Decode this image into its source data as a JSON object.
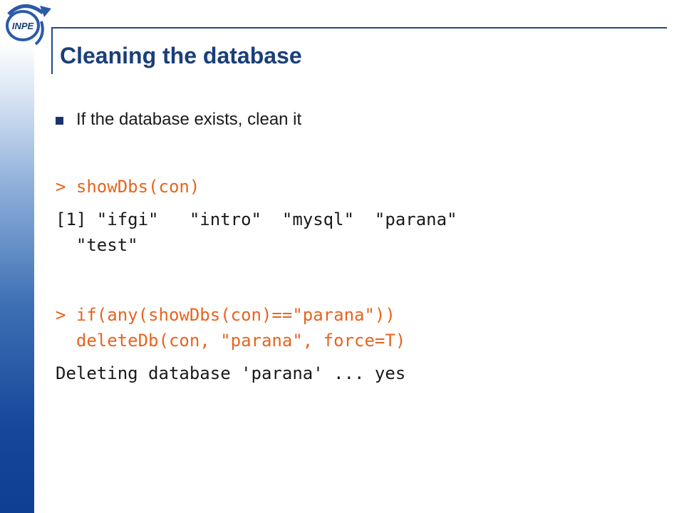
{
  "logo": {
    "text": "INPE"
  },
  "title": "Cleaning the database",
  "bullet": "If the database exists, clean it",
  "code": {
    "cmd1": "> showDbs(con)",
    "out1_line1": "[1] \"ifgi\"   \"intro\"  \"mysql\"  \"parana\"",
    "out1_line2": "  \"test\"",
    "cmd2_line1": "> if(any(showDbs(con)==\"parana\"))",
    "cmd2_line2": "  deleteDb(con, \"parana\", force=T)",
    "out2": "Deleting database 'parana' ... yes"
  },
  "colors": {
    "title": "#1a3f7a",
    "command": "#e8641e",
    "output": "#1a1a1a",
    "bullet": "#1a3370",
    "sidebar": "#0e3f90"
  }
}
